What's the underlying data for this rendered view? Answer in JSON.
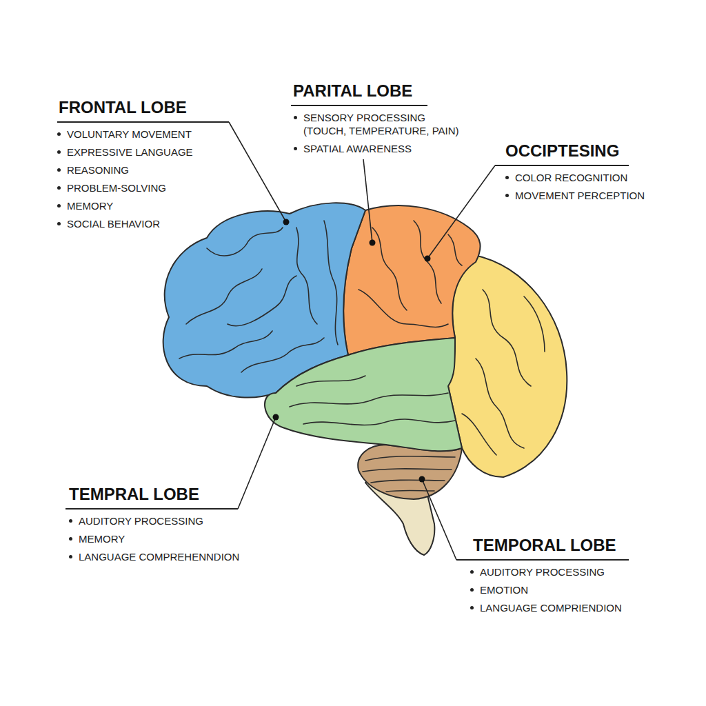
{
  "diagram": {
    "labels": [
      "FRONTAL LOBE",
      "VOLUNTARY MOVEMENT",
      "EXPRESSIVE LANGUAGE",
      "REASONING",
      "PROBLEM-SOLVING",
      "MEMORY",
      "SOCIAL BEHAVIOR",
      "PARITAL LOBE",
      "SENSORY PROCESSING (TOUCH, TEMPERATURE, PAIN)",
      "SPATIAL AWARENESS",
      "OCCIPTESING",
      "COLOR RECOGNITION",
      "MOVEMENT PERCEPTION",
      "TEMPRAL LOBE",
      "AUDITORY PROCESSING",
      "MEMORY",
      "LANGUAGE COMPREHENNDION",
      "TEMPORAL LOBE",
      "AUDITORY PROCESSING",
      "EMOTION",
      "LANGUAGE COMPRIENDION"
    ]
  }
}
